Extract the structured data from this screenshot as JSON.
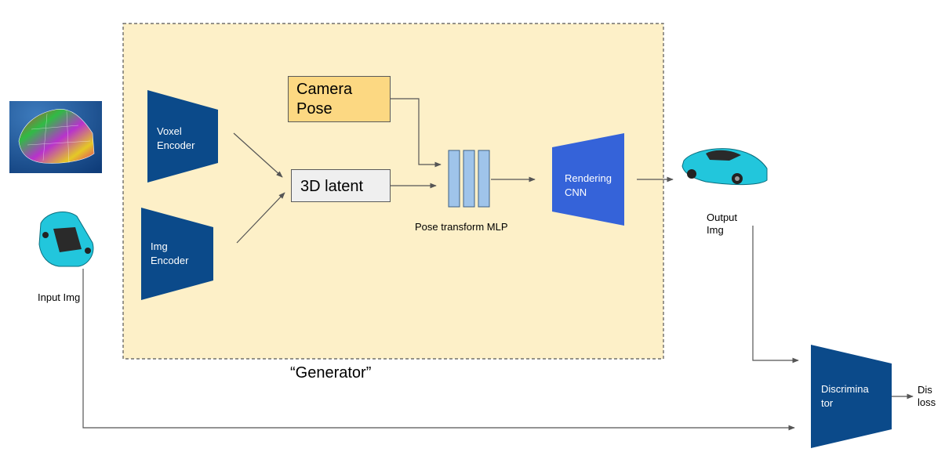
{
  "diagram": {
    "generator_label": "“Generator”",
    "nodes": {
      "voxel_encoder": {
        "line1": "Voxel",
        "line2": "Encoder"
      },
      "img_encoder": {
        "line1": "Img",
        "line2": "Encoder"
      },
      "camera_pose": {
        "line1": "Camera",
        "line2": "Pose"
      },
      "latent": {
        "label": "3D latent"
      },
      "mlp": {
        "label": "Pose transform MLP"
      },
      "rendering_cnn": {
        "line1": "Rendering",
        "line2": "CNN"
      },
      "discriminator": {
        "line1": "Discrimina",
        "line2": "tor"
      }
    },
    "io": {
      "input_img": "Input Img",
      "output_img_line1": "Output",
      "output_img_line2": "Img",
      "loss_line1": "Dis",
      "loss_line2": "loss"
    },
    "colors": {
      "generator_bg": "#fdf0c8",
      "encoder_fill": "#0b4a8a",
      "rendering_fill": "#3563d9",
      "camera_fill": "#fcd882",
      "latent_fill": "#efefef",
      "mlp_fill": "#9fc4ea",
      "arrow": "#555555"
    }
  }
}
